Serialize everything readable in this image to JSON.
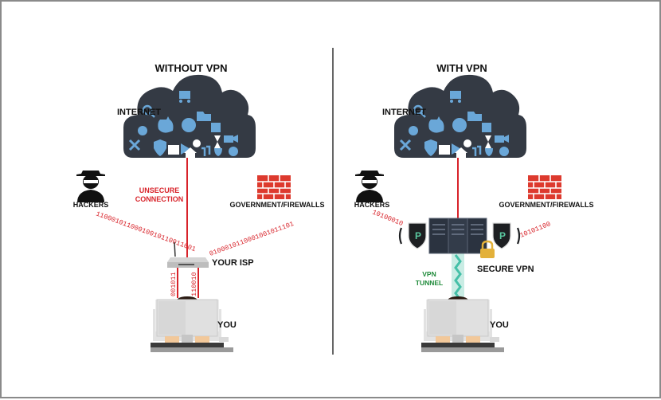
{
  "colors": {
    "cloud": "#343a44",
    "icon": "#6aa7d8",
    "wire_red": "#d8232a",
    "label_red": "#d8232a",
    "tunnel_green": "#1f8a3a",
    "chain": "#45c0a8",
    "brick": "#dd3a2e",
    "divider": "#333333",
    "text": "#111111",
    "server": "#2b3340",
    "shield": "#1d1f22",
    "lock": "#e3b13a"
  },
  "left_panel": {
    "title": "WITHOUT VPN",
    "internet_label": "INTERNET",
    "hackers_label": "HACKERS",
    "government_label": "GOVERNMENT/FIREWALLS",
    "unsecure_line1": "UNSECURE",
    "unsecure_line2": "CONNECTION",
    "isp_label": "YOUR ISP",
    "you_label": "YOU",
    "binary_hackers": "11000101100010010110011001",
    "binary_gov": "0100010110001001011101",
    "binary_up_left": "001011",
    "binary_up_right": "110010"
  },
  "right_panel": {
    "title": "WITH  VPN",
    "internet_label": "INTERNET",
    "hackers_label": "HACKERS",
    "government_label": "GOVERNMENT/FIREWALLS",
    "binary_hackers": "10100010",
    "binary_gov": "10101100",
    "vpn_tunnel_line1": "VPN",
    "vpn_tunnel_line2": "TUNNEL",
    "secure_vpn_label": "SECURE VPN",
    "you_label": "YOU"
  },
  "icons": [
    "search-icon",
    "cart-icon",
    "folder-icon",
    "refresh-icon",
    "money-bag-icon",
    "chat-icon",
    "calendar-icon",
    "tools-icon",
    "shield-icon",
    "image-icon",
    "play-icon",
    "location-icon",
    "hourglass-icon",
    "video-icon",
    "home-icon",
    "music-icon",
    "trophy-icon",
    "help-icon",
    "hacker-icon",
    "firewall-icon",
    "router-icon",
    "server-icon",
    "lock-icon",
    "user-at-desk-icon"
  ]
}
